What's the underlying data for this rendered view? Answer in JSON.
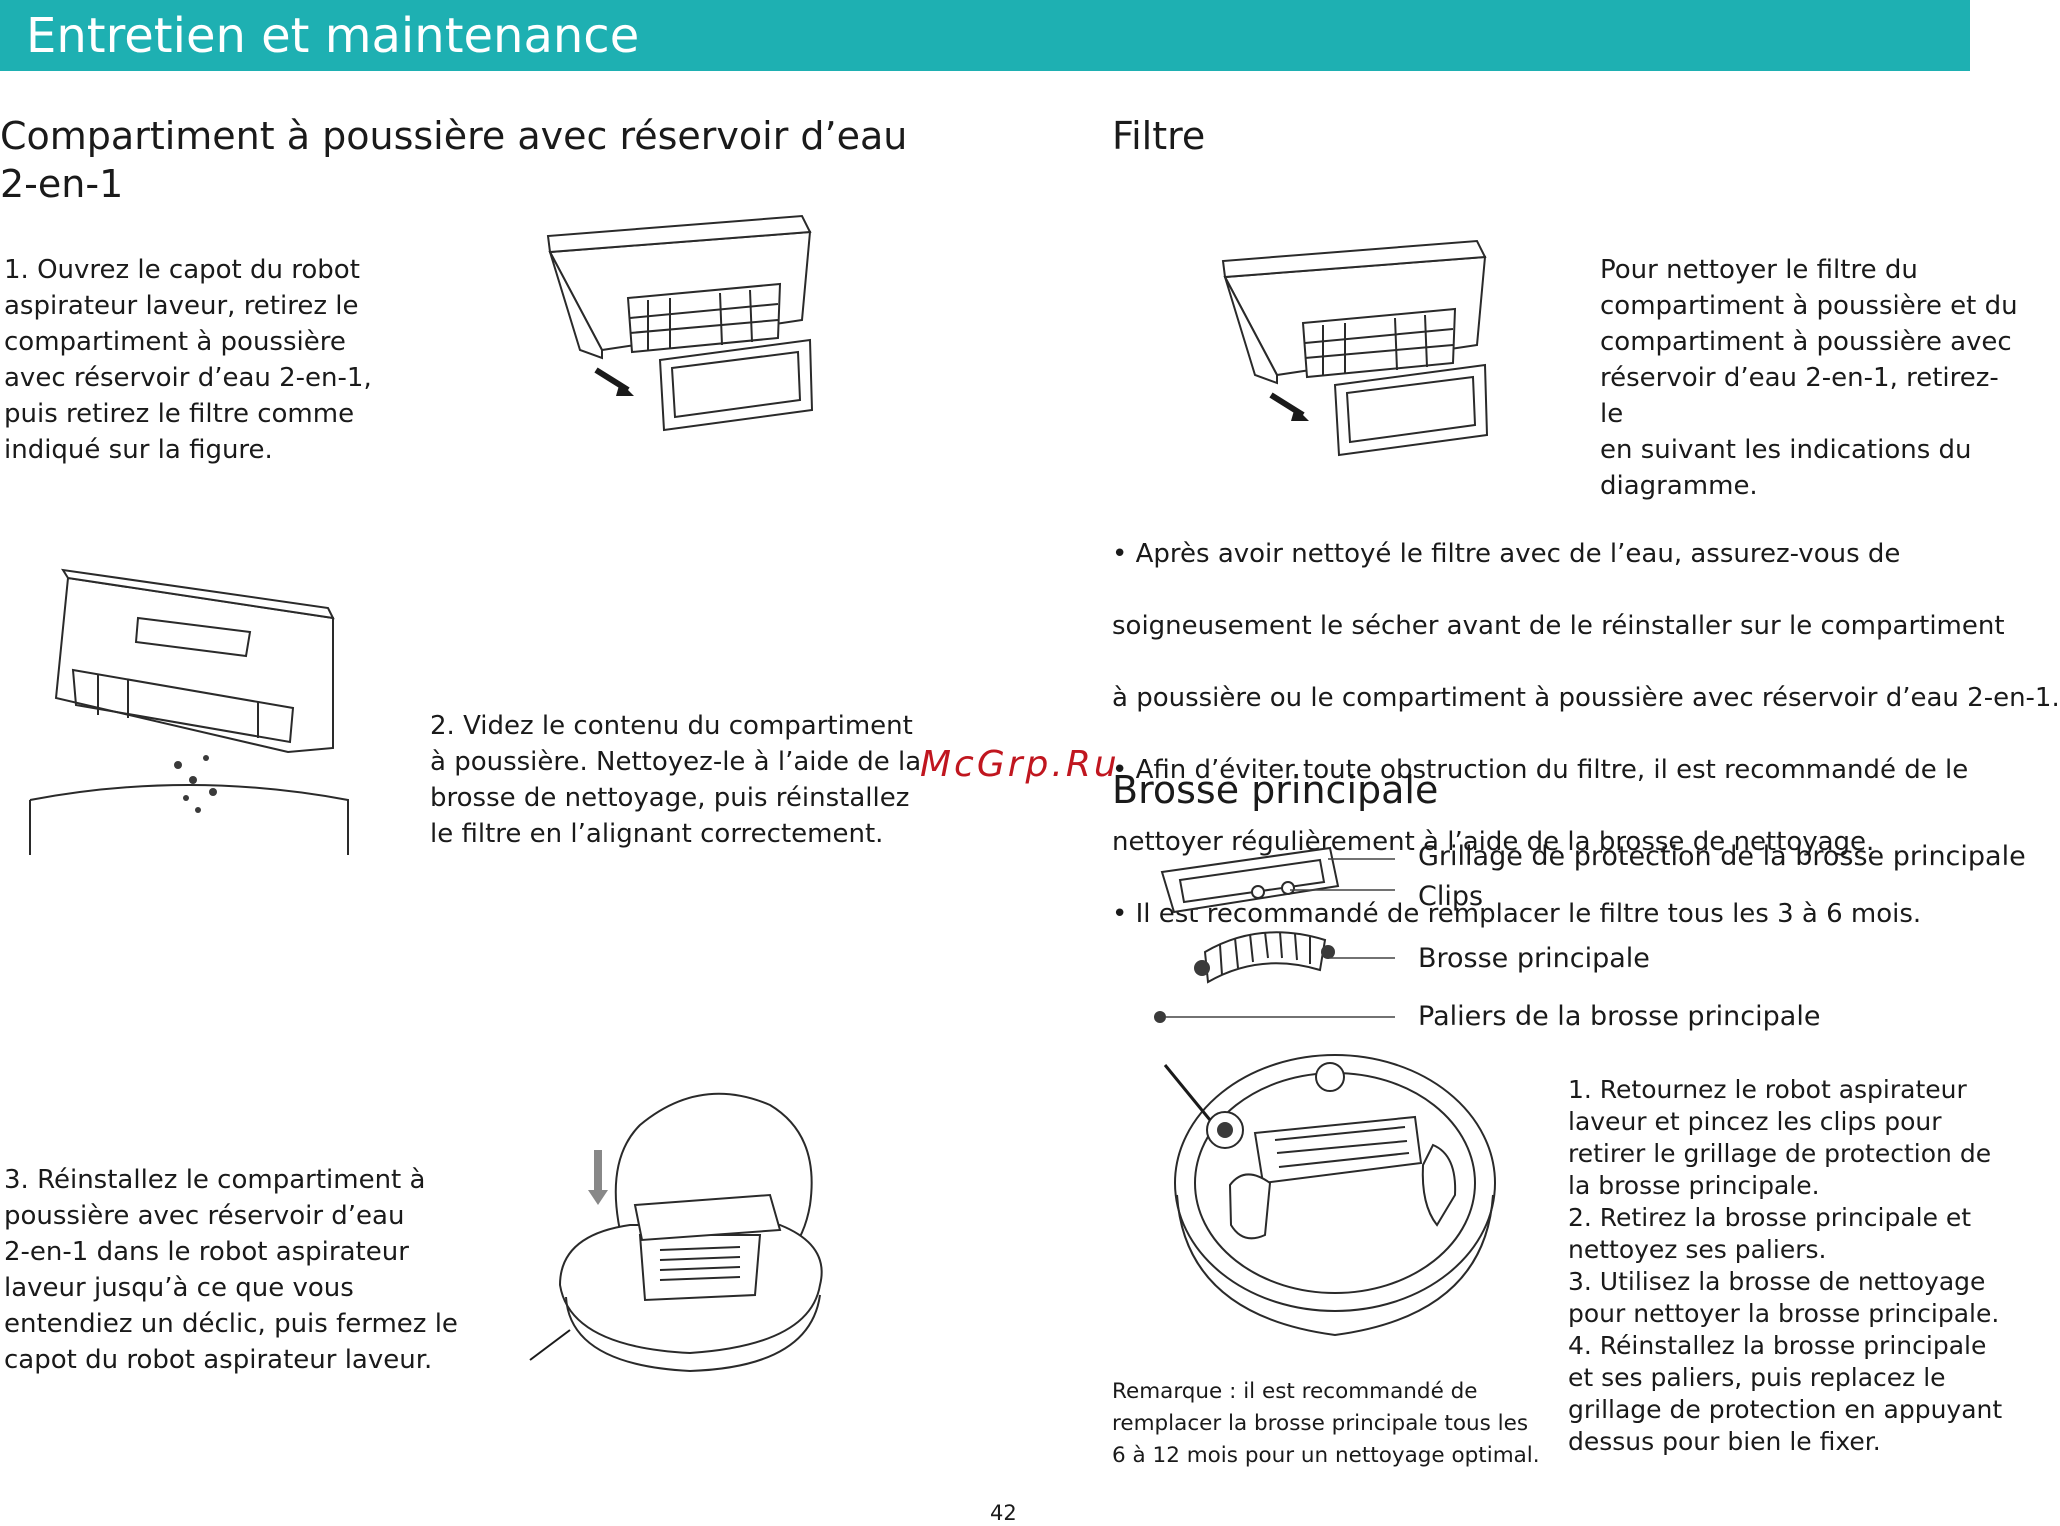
{
  "header": {
    "title": "Entretien et maintenance"
  },
  "left": {
    "heading": "Compartiment à poussière avec réservoir d’eau\n2-en-1",
    "heading_line1": "Compartiment à poussière avec réservoir d’eau",
    "heading_line2": "2-en-1",
    "step1": "1. Ouvrez le capot du robot\naspirateur laveur, retirez le\ncompartiment à poussière\navec réservoir d’eau 2-en-1,\npuis retirez le filtre comme\nindiqué sur la figure.",
    "step2": "2. Videz le contenu du compartiment\nà poussière. Nettoyez-le à l’aide de la\nbrosse de nettoyage, puis réinstallez\nle filtre en l’alignant correctement.",
    "step3": "3. Réinstallez le compartiment à\npoussière avec réservoir d’eau\n2-en-1 dans le robot aspirateur\nlaveur jusqu’à ce que vous\nentendiez un déclic, puis fermez le\ncapot du robot aspirateur laveur."
  },
  "filter": {
    "heading": "Filtre",
    "description": "Pour nettoyer le filtre du\ncompartiment à poussière et du\ncompartiment à poussière avec\nréservoir d’eau 2-en-1, retirez-le\nen suivant les indications du\ndiagramme.",
    "bullets": [
      "• Après avoir nettoyé le filtre avec de l’eau, assurez-vous de",
      "soigneusement le sécher avant de le réinstaller sur le compartiment",
      "à poussière ou le compartiment à poussière avec réservoir d’eau 2-en-1.",
      "•  Afin  d’éviter  toute  obstruction  du  filtre,  il  est  recommandé  de  le",
      "nettoyer régulièrement à l’aide de la brosse de nettoyage.",
      "• Il est recommandé de remplacer le filtre tous les 3 à 6 mois."
    ]
  },
  "watermark": "McGrp.Ru",
  "brush": {
    "heading": "Brosse principale",
    "labels": {
      "cover": "Grillage de protection de la brosse principale",
      "clips": "Clips",
      "brush": "Brosse principale",
      "bearings": "Paliers de la brosse principale"
    },
    "steps": "1. Retournez le robot aspirateur\nlaveur et pincez les clips pour\nretirer le grillage de protection de\nla brosse principale.\n2. Retirez la brosse principale et\nnettoyez ses paliers.\n3. Utilisez la brosse de nettoyage\npour nettoyer la brosse principale.\n4. Réinstallez la brosse principale\net ses paliers, puis replacez le\ngrillage de protection en appuyant\ndessus pour bien le fixer.",
    "note": "Remarque : il est recommandé de\nremplacer la brosse principale tous les\n6 à 12 mois pour un nettoyage optimal."
  },
  "page_number": "42"
}
